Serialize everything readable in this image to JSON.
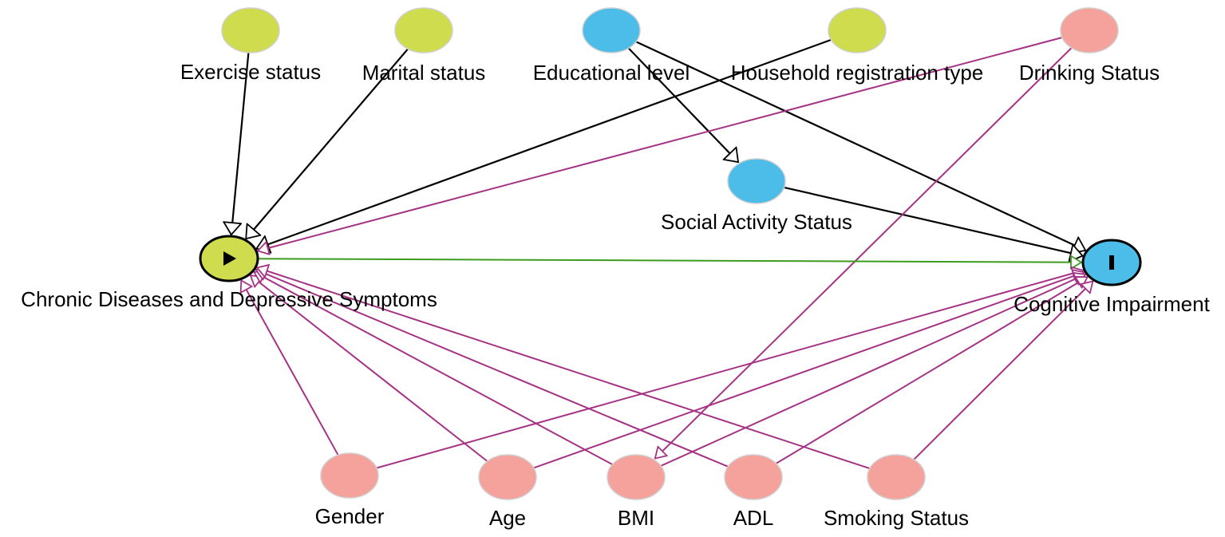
{
  "colors": {
    "adjusted": "#cfdc4e",
    "ancestor_outcome": "#4cbde8",
    "ancestor_both": "#f4a29b",
    "causal_path": "#3d9b1e",
    "biasing_path": "#a53284",
    "other_path": "#000000",
    "node_stroke": "#d0d0d0"
  },
  "nodes": [
    {
      "id": "exercise",
      "label": "Exercise status",
      "kind": "adjusted"
    },
    {
      "id": "marital",
      "label": "Marital status",
      "kind": "adjusted"
    },
    {
      "id": "education",
      "label": "Educational level",
      "kind": "ancestor_outcome"
    },
    {
      "id": "household",
      "label": "Household registration type",
      "kind": "adjusted"
    },
    {
      "id": "drinking",
      "label": "Drinking Status",
      "kind": "ancestor_both"
    },
    {
      "id": "social",
      "label": "Social Activity Status",
      "kind": "ancestor_outcome"
    },
    {
      "id": "exposure",
      "label": "Chronic Diseases and Depressive Symptoms",
      "kind": "exposure",
      "marker": "play-icon"
    },
    {
      "id": "outcome",
      "label": "Cognitive Impairment",
      "kind": "outcome",
      "marker": "bar-icon"
    },
    {
      "id": "gender",
      "label": "Gender",
      "kind": "ancestor_both"
    },
    {
      "id": "age",
      "label": "Age",
      "kind": "ancestor_both"
    },
    {
      "id": "bmi",
      "label": "BMI",
      "kind": "ancestor_both"
    },
    {
      "id": "adl",
      "label": "ADL",
      "kind": "ancestor_both"
    },
    {
      "id": "smoking",
      "label": "Smoking Status",
      "kind": "ancestor_both"
    }
  ],
  "edges": [
    {
      "from": "exercise",
      "to": "exposure",
      "type": "other"
    },
    {
      "from": "marital",
      "to": "exposure",
      "type": "other"
    },
    {
      "from": "household",
      "to": "exposure",
      "type": "other"
    },
    {
      "from": "education",
      "to": "social",
      "type": "other"
    },
    {
      "from": "education",
      "to": "outcome",
      "type": "other"
    },
    {
      "from": "social",
      "to": "outcome",
      "type": "other"
    },
    {
      "from": "drinking",
      "to": "exposure",
      "type": "biasing"
    },
    {
      "from": "drinking",
      "to": "bmi",
      "type": "biasing"
    },
    {
      "from": "exposure",
      "to": "outcome",
      "type": "causal"
    },
    {
      "from": "gender",
      "to": "exposure",
      "type": "biasing"
    },
    {
      "from": "gender",
      "to": "outcome",
      "type": "biasing"
    },
    {
      "from": "age",
      "to": "exposure",
      "type": "biasing"
    },
    {
      "from": "age",
      "to": "outcome",
      "type": "biasing"
    },
    {
      "from": "bmi",
      "to": "exposure",
      "type": "biasing"
    },
    {
      "from": "bmi",
      "to": "outcome",
      "type": "biasing"
    },
    {
      "from": "adl",
      "to": "exposure",
      "type": "biasing"
    },
    {
      "from": "adl",
      "to": "outcome",
      "type": "biasing"
    },
    {
      "from": "smoking",
      "to": "exposure",
      "type": "biasing"
    },
    {
      "from": "smoking",
      "to": "outcome",
      "type": "biasing"
    }
  ]
}
